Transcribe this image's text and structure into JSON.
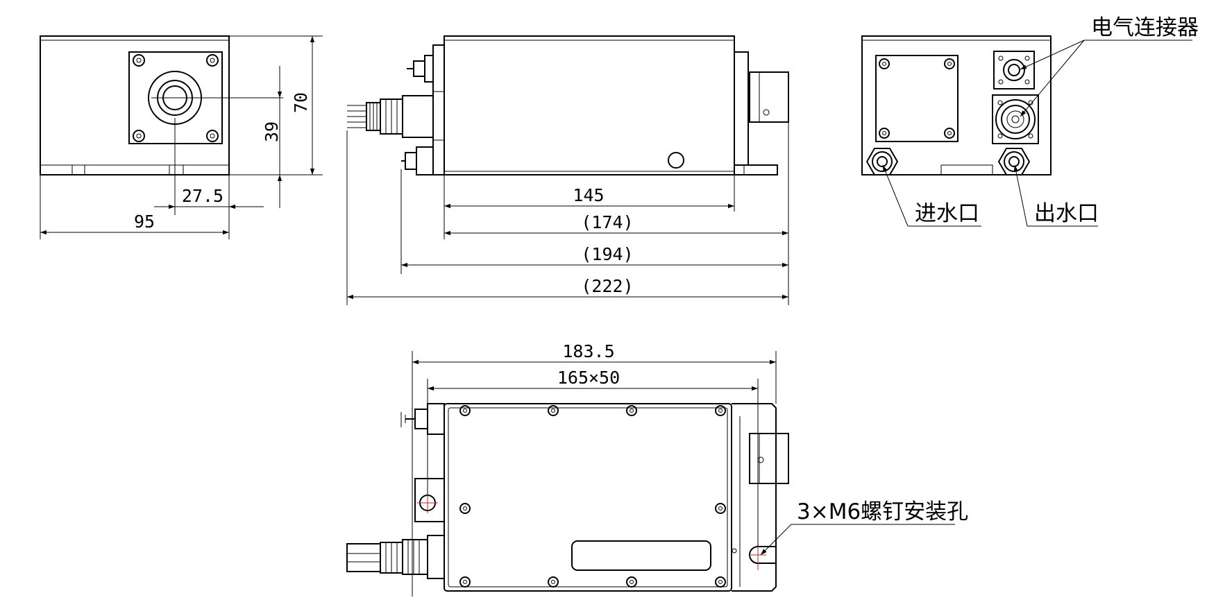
{
  "dimensions": {
    "front_width": "95",
    "center_offset": "27.5",
    "center_height": "39",
    "overall_height": "70",
    "body_length": "145",
    "len_174": "(174)",
    "len_194": "(194)",
    "len_222": "(222)",
    "bottom_length": "183.5",
    "hole_spacing": "165×50"
  },
  "labels": {
    "electrical_connector": "电气连接器",
    "water_inlet": "进水口",
    "water_outlet": "出水口",
    "mounting_holes": "3×M6螺钉安装孔"
  },
  "colors": {
    "line": "#000000",
    "centerline": "#d21f1f",
    "background": "#ffffff"
  }
}
